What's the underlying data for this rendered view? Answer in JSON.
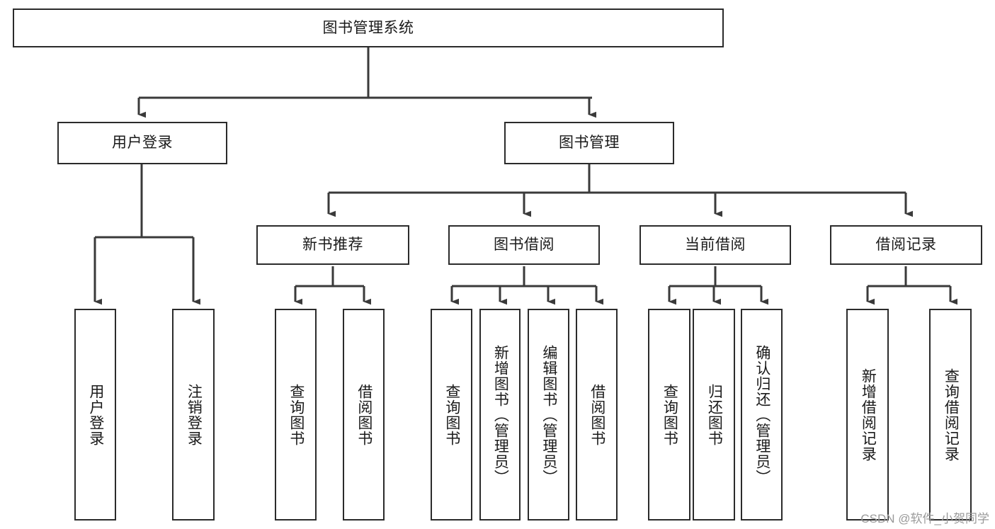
{
  "diagram": {
    "type": "tree",
    "title": "图书管理系统",
    "watermark": "CSDN @软件_小贺同学",
    "colors": {
      "box_border": "#2b2b2b",
      "box_fill": "#ffffff",
      "line": "#3a3a3a",
      "text": "#1a1a1a",
      "watermark": "#9a9a9a",
      "background": "#ffffff"
    },
    "nodes": {
      "root": {
        "label": "图书管理系统"
      },
      "level2": [
        {
          "label": "用户登录"
        },
        {
          "label": "图书管理"
        }
      ],
      "level3": [
        {
          "label": "新书推荐"
        },
        {
          "label": "图书借阅"
        },
        {
          "label": "当前借阅"
        },
        {
          "label": "借阅记录"
        }
      ],
      "leaves": {
        "user_login": [
          {
            "label": "用户登录"
          },
          {
            "label": "注销登录"
          }
        ],
        "new_book_recommend": [
          {
            "label": "查询图书"
          },
          {
            "label": "借阅图书"
          }
        ],
        "book_borrow": [
          {
            "label": "查询图书"
          },
          {
            "label": "新增图书（管理员）"
          },
          {
            "label": "编辑图书（管理员）"
          },
          {
            "label": "借阅图书"
          }
        ],
        "current_borrow": [
          {
            "label": "查询图书"
          },
          {
            "label": "归还图书"
          },
          {
            "label": "确认归还（管理员）"
          }
        ],
        "borrow_record": [
          {
            "label": "新增借阅记录"
          },
          {
            "label": "查询借阅记录"
          }
        ]
      }
    }
  }
}
